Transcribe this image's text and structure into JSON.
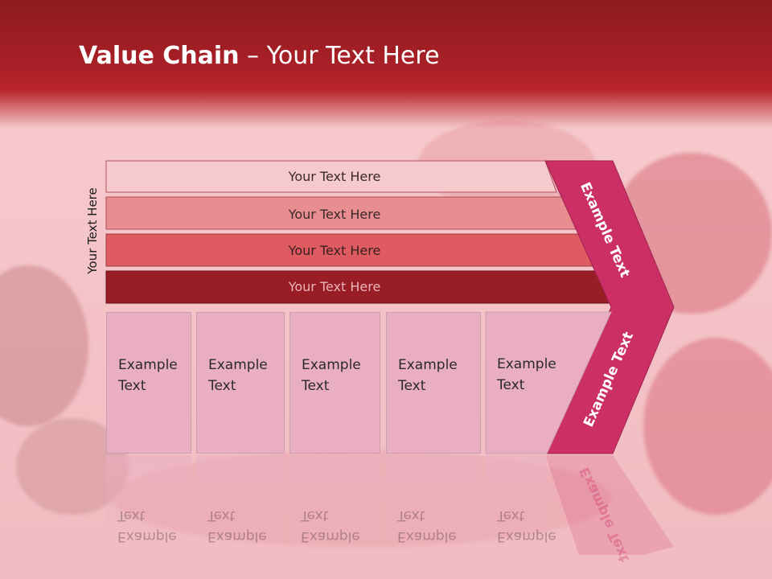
{
  "slide": {
    "title_bold": "Value Chain",
    "title_rest": " – Your Text Here",
    "side_label": "Your Text Here"
  },
  "bars": [
    {
      "label": "Your Text Here",
      "color": "#f6c9cd"
    },
    {
      "label": "Your Text Here",
      "color": "#e88d90"
    },
    {
      "label": "Your Text Here",
      "color": "#de5b61"
    },
    {
      "label": "Your Text Here",
      "color": "#991d25"
    }
  ],
  "chevron": {
    "upper_label": "Example Text",
    "lower_label": "Example Text",
    "color": "#cc2f66"
  },
  "cards": [
    {
      "line1": "Example",
      "line2": "Text"
    },
    {
      "line1": "Example",
      "line2": "Text"
    },
    {
      "line1": "Example",
      "line2": "Text"
    },
    {
      "line1": "Example",
      "line2": "Text"
    },
    {
      "line1": "Example",
      "line2": "Text"
    }
  ],
  "colors": {
    "header": "#a51f26",
    "card": "#eaaec2",
    "chevron": "#cc2f66"
  }
}
